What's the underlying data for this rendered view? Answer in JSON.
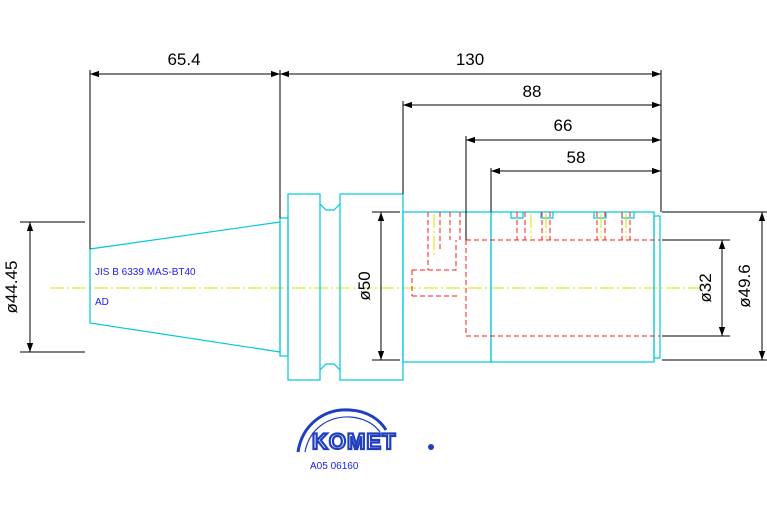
{
  "dimensions": {
    "length_65_4": "65.4",
    "length_130": "130",
    "length_88": "88",
    "length_66": "66",
    "length_58": "58",
    "dia_44_45": "ø44.45",
    "dia_50": "ø50",
    "dia_32": "ø32",
    "dia_49_6": "ø49.6"
  },
  "notes": {
    "standard": "JIS B 6339 MAS-BT40",
    "variant": "AD"
  },
  "logo": {
    "brand": "KOMET"
  },
  "part_number": "A05 06160",
  "colors": {
    "outline": "#00c8d8",
    "hidden_lines": "#ff1a1a",
    "center_line": "#e0e000",
    "dimensions": "#000000",
    "annotations": "#1a1aff",
    "logo": "#1f3fbf"
  }
}
